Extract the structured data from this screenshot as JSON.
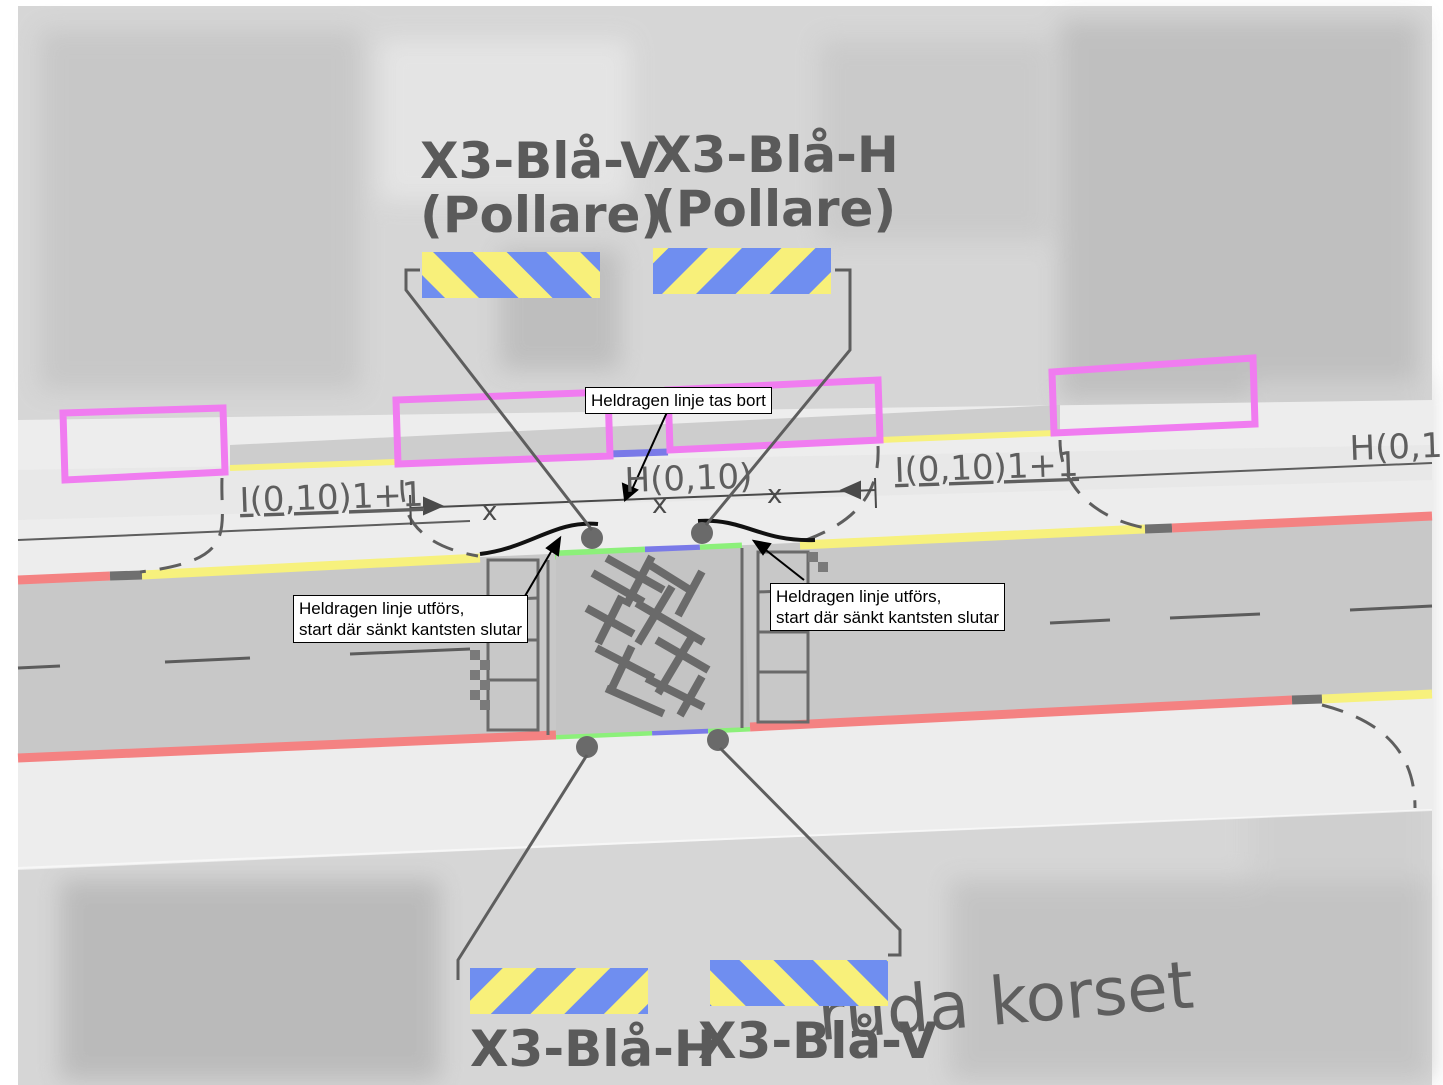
{
  "signs": {
    "top_left": {
      "code": "X3-Blå-V",
      "type": "(Pollare)"
    },
    "top_right": {
      "code": "X3-Blå-H",
      "type": "(Pollare)"
    },
    "bottom_left": {
      "code": "X3-Blå-H"
    },
    "bottom_right": {
      "code": "X3-Blå-V"
    }
  },
  "markings": {
    "left": "I(0,10)1+1",
    "center": "H(0,10)",
    "right": "I(0,10)1+1",
    "far_right": "H(0,1"
  },
  "dimension_marks": [
    "x",
    "x",
    "x"
  ],
  "callouts": {
    "top": "Heldragen linje tas bort",
    "left_line1": "Heldragen linje utförs,",
    "left_line2": "start där sänkt kantsten slutar",
    "right_line1": "Heldragen linje utförs,",
    "right_line2": "start där sänkt kantsten slutar"
  },
  "background_text": "ruda korset",
  "colors": {
    "sign_blue": "#6f8ef0",
    "sign_yellow": "#f8f07a",
    "parking_box": "#f07cf0",
    "curb_yellow": "#f7f17d",
    "curb_red": "#f48282",
    "curb_green": "#8cf07a",
    "curb_blue": "#7a7ae8"
  }
}
